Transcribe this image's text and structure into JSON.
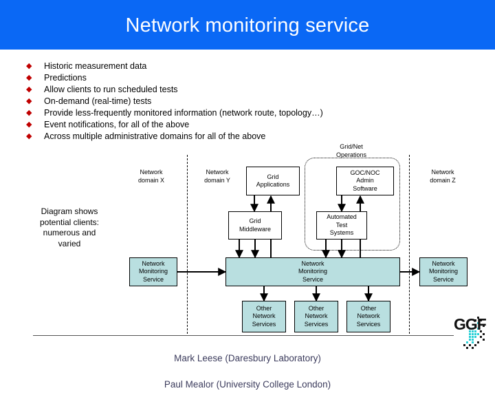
{
  "slide": {
    "title": "Network monitoring service",
    "banner_color": "#0a68f5",
    "bullet_color": "#c00000",
    "box_fill_color": "#b9dfe0",
    "footer_color": "#3b3b5c"
  },
  "bullets": [
    {
      "marker": "◆",
      "text": "Historic measurement data"
    },
    {
      "marker": "◆",
      "text": "Predictions"
    },
    {
      "marker": "◆",
      "text": "Allow clients to run scheduled tests"
    },
    {
      "marker": "◆",
      "text": "On-demand (real-time) tests"
    },
    {
      "marker": "◆",
      "text": "Provide less-frequently monitored information (network route, topology…)"
    },
    {
      "marker": "◆",
      "text": "Event notifications, for all of the above"
    },
    {
      "marker": "◆",
      "text": "Across multiple administrative domains for all of the above"
    }
  ],
  "diagram": {
    "caption": "Diagram shows\npotential clients:\nnumerous and\nvaried",
    "zone_label": "Grid/Net\nOperations",
    "domain_labels": [
      {
        "text": "Network\ndomain X"
      },
      {
        "text": "Network\ndomain Y"
      },
      {
        "text": "Network\ndomain Z"
      }
    ],
    "boxes": [
      {
        "text": "Grid\nApplications"
      },
      {
        "text": "GOC/NOC\nAdmin\nSoftware"
      },
      {
        "text": "Grid\nMiddleware"
      },
      {
        "text": "Automated\nTest\nSystems"
      },
      {
        "text": "Network\nMonitoring\nService"
      },
      {
        "text": "Network\nMonitoring\nService"
      },
      {
        "text": "Network\nMonitoring\nService"
      },
      {
        "text": "Other\nNetwork\nServices"
      },
      {
        "text": "Other\nNetwork\nServices"
      },
      {
        "text": "Other\nNetwork\nServices"
      }
    ]
  },
  "footer": {
    "line1": "Mark Leese (Daresbury Laboratory)",
    "line2": "Paul Mealor (University College London)"
  },
  "logo": {
    "text": "GGF",
    "dot_color": "#29d0d6"
  }
}
